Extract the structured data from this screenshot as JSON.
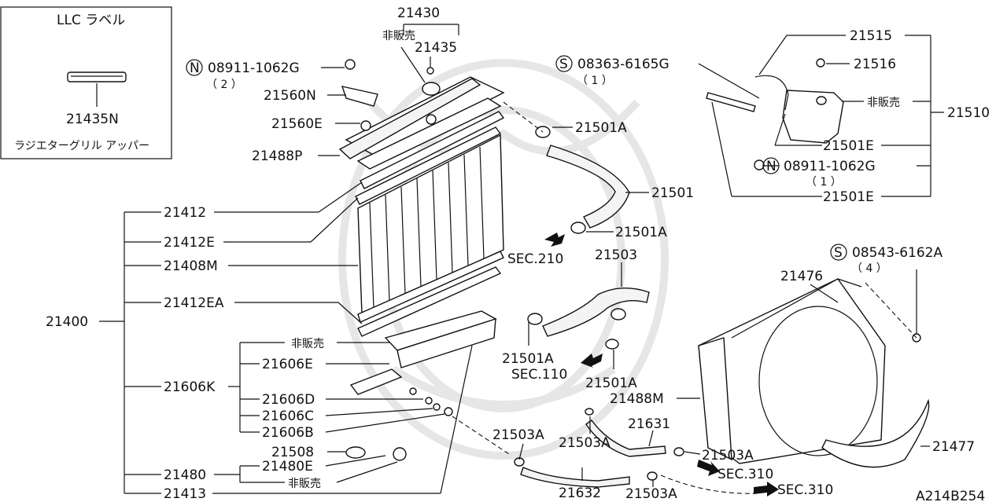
{
  "inset": {
    "title": "LLC ラベル",
    "part_number": "21435N",
    "caption": "ラジエターグリル アッパー"
  },
  "labels": {
    "p21430": "21430",
    "not_for_sale_top": "非販売",
    "p21435": "21435",
    "bolt_n_left": "08911-1062G",
    "bolt_n_left_qty": "（ 2 ）",
    "p21560N": "21560N",
    "p21560E": "21560E",
    "p21488P": "21488P",
    "p21412": "21412",
    "p21412E": "21412E",
    "p21408M": "21408M",
    "p21412EA": "21412EA",
    "p21400": "21400",
    "not_for_sale_mid": "非販売",
    "p21606E": "21606E",
    "p21606K": "21606K",
    "p21606D": "21606D",
    "p21606C": "21606C",
    "p21606B": "21606B",
    "p21508": "21508",
    "p21480E": "21480E",
    "p21480": "21480",
    "not_for_sale_low": "非販売",
    "p21413": "21413",
    "screw_s_top": "08363-6165G",
    "screw_s_top_qty": "（ 1 ）",
    "p21501A_1": "21501A",
    "p21501": "21501",
    "p21501A_2": "21501A",
    "sec210": "SEC.210",
    "p21503": "21503",
    "p21501A_3": "21501A",
    "sec110": "SEC.110",
    "p21501A_4": "21501A",
    "p21503A_1": "21503A",
    "p21503A_2": "21503A",
    "p21631": "21631",
    "p21503A_3": "21503A",
    "p21632": "21632",
    "p21503A_4": "21503A",
    "sec310_1": "SEC.310",
    "sec310_2": "SEC.310",
    "p21515": "21515",
    "p21516": "21516",
    "not_for_sale_tank": "非販売",
    "p21510": "21510",
    "p21501E_1": "21501E",
    "bolt_n_right": "08911-1062G",
    "bolt_n_right_qty": "（ 1 ）",
    "p21501E_2": "21501E",
    "screw_s_right": "08543-6162A",
    "screw_s_right_qty": "（ 4 ）",
    "p21476": "21476",
    "p21488M": "21488M",
    "p21477": "21477",
    "circle_n": "N",
    "circle_s": "S",
    "figure_code": "A214B254"
  }
}
